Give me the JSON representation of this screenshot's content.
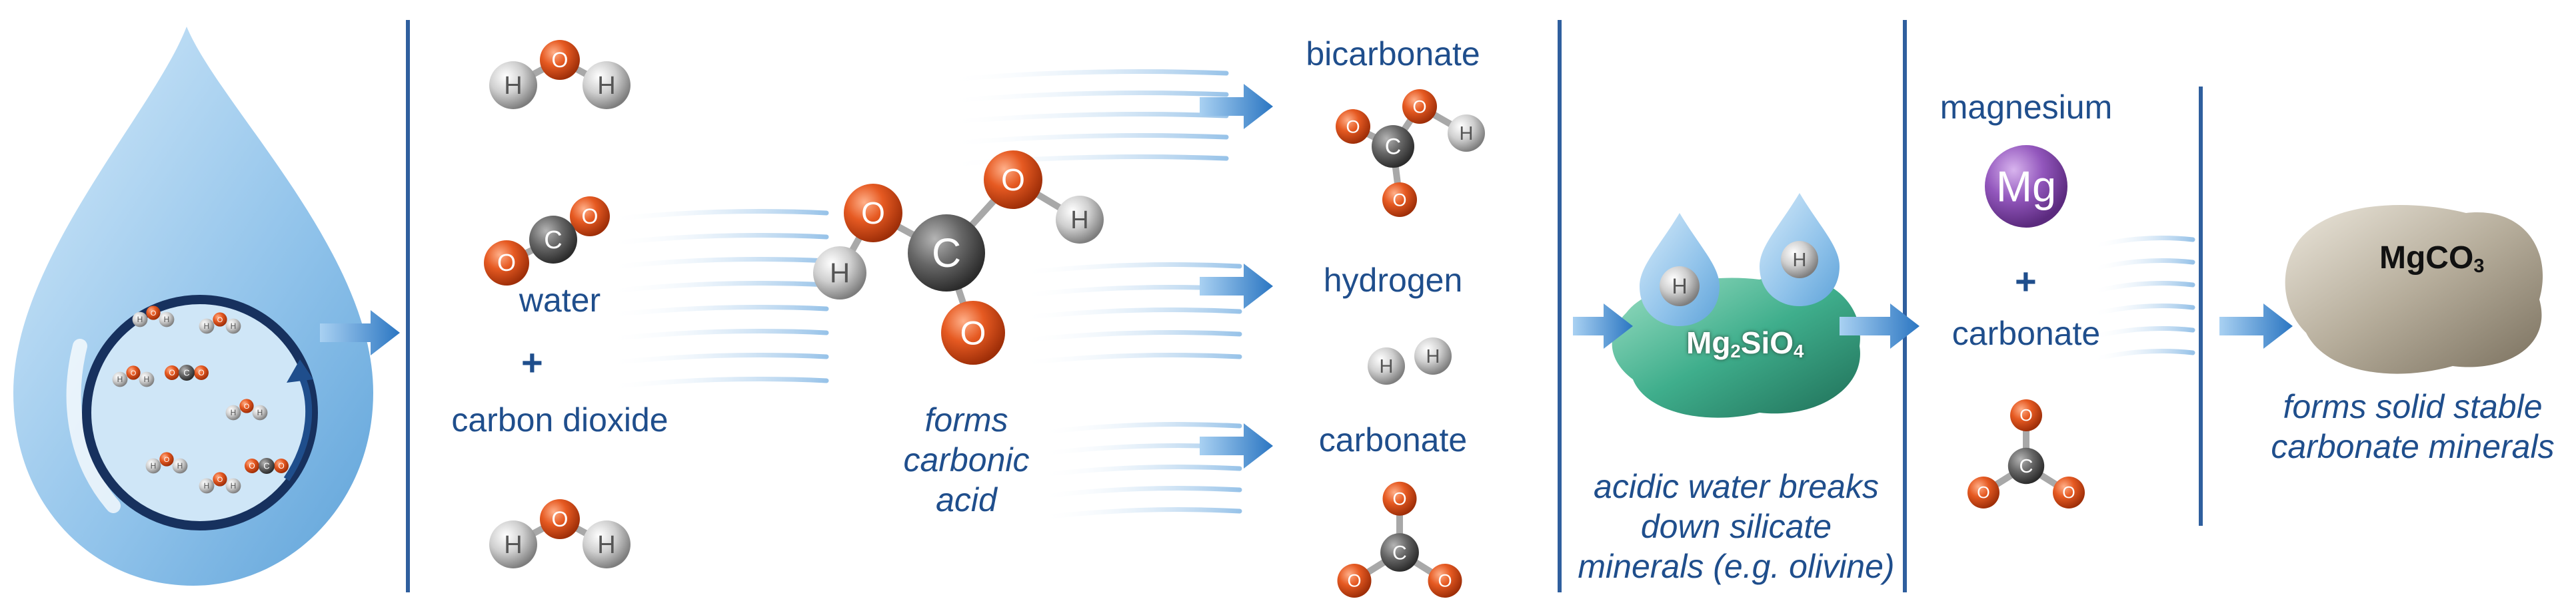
{
  "colors": {
    "brand_blue": "#1f4e8c",
    "divider": "#2f5f9e",
    "oxygen": "#e0541c",
    "hydrogen": "#c9c9c9",
    "carbon": "#6b6b6b",
    "magnesium": "#8a4fb0",
    "drop": "#9cc8ea"
  },
  "atoms": {
    "hydrogen": "H",
    "oxygen": "O",
    "carbon": "C",
    "magnesium": "Mg"
  },
  "panel1": {
    "water": "water",
    "plus": "+",
    "carbon_dioxide": "carbon dioxide"
  },
  "panel2": {
    "line1": "forms",
    "line2": "carbonic",
    "line3": "acid"
  },
  "panel3": {
    "bicarbonate": "bicarbonate",
    "hydrogen": "hydrogen",
    "carbonate": "carbonate"
  },
  "panel4": {
    "mineral": {
      "base": "Mg",
      "sub1": "2",
      "mid": "SiO",
      "sub2": "4"
    },
    "line1": "acidic water breaks",
    "line2": "down silicate",
    "line3": "minerals (e.g. olivine)"
  },
  "panel5": {
    "magnesium": "magnesium",
    "plus": "+",
    "carbonate": "carbonate"
  },
  "panel6": {
    "product": {
      "base": "MgCO",
      "sub": "3"
    },
    "line1": "forms solid stable",
    "line2": "carbonate minerals"
  }
}
